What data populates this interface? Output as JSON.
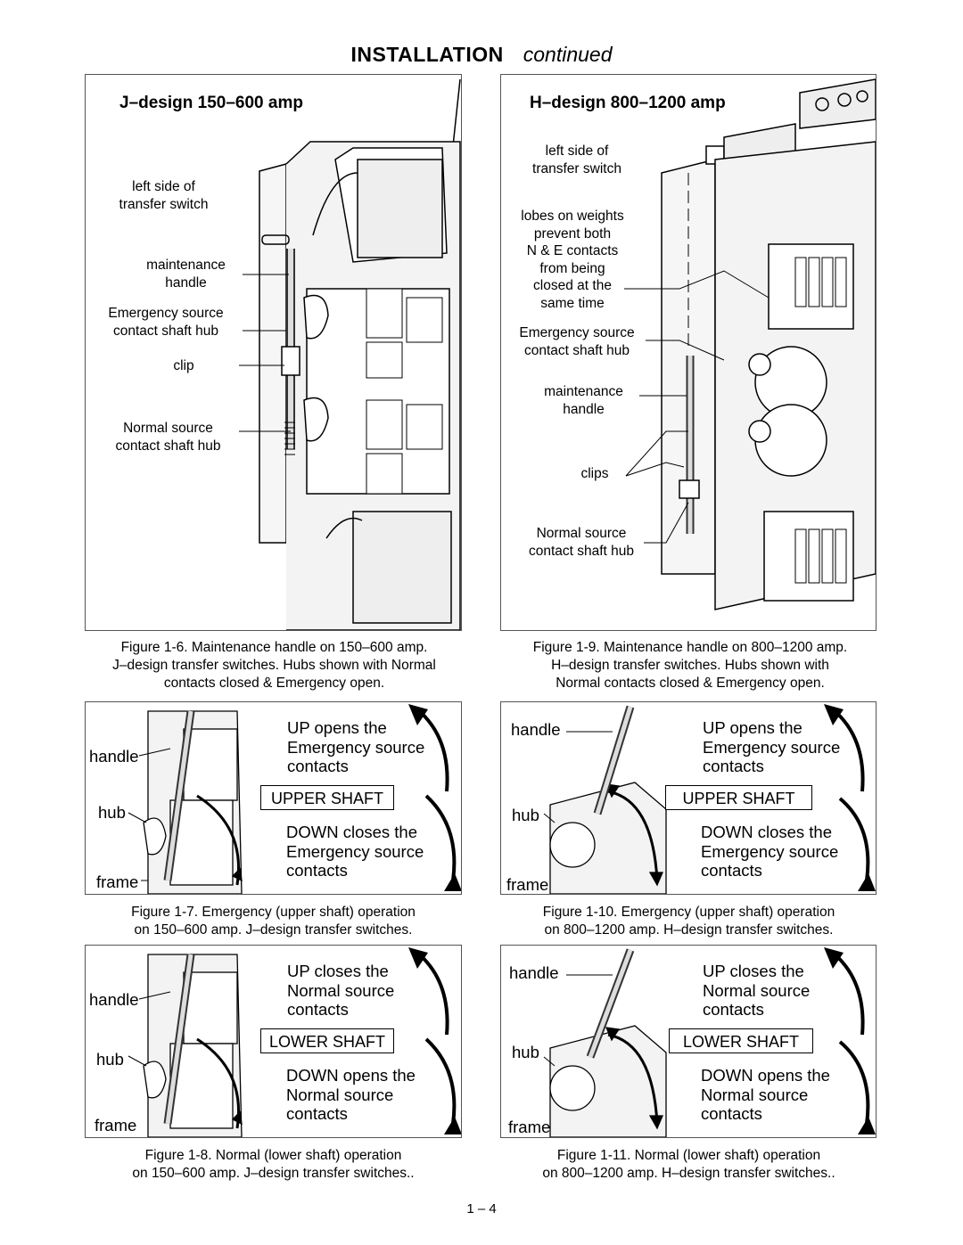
{
  "page": {
    "title": "INSTALLATION",
    "title_suffix": "continued",
    "page_number": "1 – 4"
  },
  "fig_j_main": {
    "heading": "J–design 150–600 amp",
    "labels": {
      "left_side": "left side of\ntransfer switch",
      "maintenance_handle": "maintenance\nhandle",
      "emergency_hub": "Emergency source\ncontact shaft hub",
      "clip": "clip",
      "normal_hub": "Normal source\ncontact shaft hub"
    },
    "caption": "Figure 1-6.  Maintenance handle on 150–600 amp.\nJ–design transfer switches. Hubs shown with Normal\ncontacts closed & Emergency open."
  },
  "fig_h_main": {
    "heading": "H–design 800–1200 amp",
    "labels": {
      "left_side": "left side of\ntransfer switch",
      "lobes": "lobes on weights\nprevent both\nN & E contacts\nfrom being\nclosed at the\nsame time",
      "emergency_hub": "Emergency source\ncontact shaft hub",
      "maintenance_handle": "maintenance\nhandle",
      "clips": "clips",
      "normal_hub": "Normal source\ncontact shaft hub"
    },
    "caption": "Figure 1-9.  Maintenance handle on 800–1200 amp.\nH–design transfer switches. Hubs shown with\nNormal contacts closed & Emergency open."
  },
  "fig_1_7": {
    "handle": "handle",
    "hub": "hub",
    "frame": "frame",
    "up_text": "UP opens the\nEmergency source\ncontacts",
    "shaft": "UPPER SHAFT",
    "down_text": "DOWN closes the\nEmergency source\ncontacts",
    "caption": "Figure 1-7.  Emergency (upper shaft) operation\non 150–600 amp. J–design transfer switches."
  },
  "fig_1_10": {
    "handle": "handle",
    "hub": "hub",
    "frame": "frame",
    "up_text": "UP opens the\nEmergency source\ncontacts",
    "shaft": "UPPER SHAFT",
    "down_text": "DOWN closes the\nEmergency source\ncontacts",
    "caption": "Figure 1-10.  Emergency (upper shaft) operation\non 800–1200 amp. H–design transfer switches."
  },
  "fig_1_8": {
    "handle": "handle",
    "hub": "hub",
    "frame": "frame",
    "up_text": "UP closes the\nNormal source\ncontacts",
    "shaft": "LOWER SHAFT",
    "down_text": "DOWN opens the\nNormal source\ncontacts",
    "caption": "Figure 1-8.  Normal (lower shaft) operation\non 150–600 amp. J–design transfer switches.."
  },
  "fig_1_11": {
    "handle": "handle",
    "hub": "hub",
    "frame": "frame",
    "up_text": "UP closes the\nNormal source\ncontacts",
    "shaft": "LOWER SHAFT",
    "down_text": "DOWN opens the\nNormal source\ncontacts",
    "caption": "Figure 1-11.  Normal (lower shaft) operation\non 800–1200 amp. H–design transfer switches.."
  }
}
